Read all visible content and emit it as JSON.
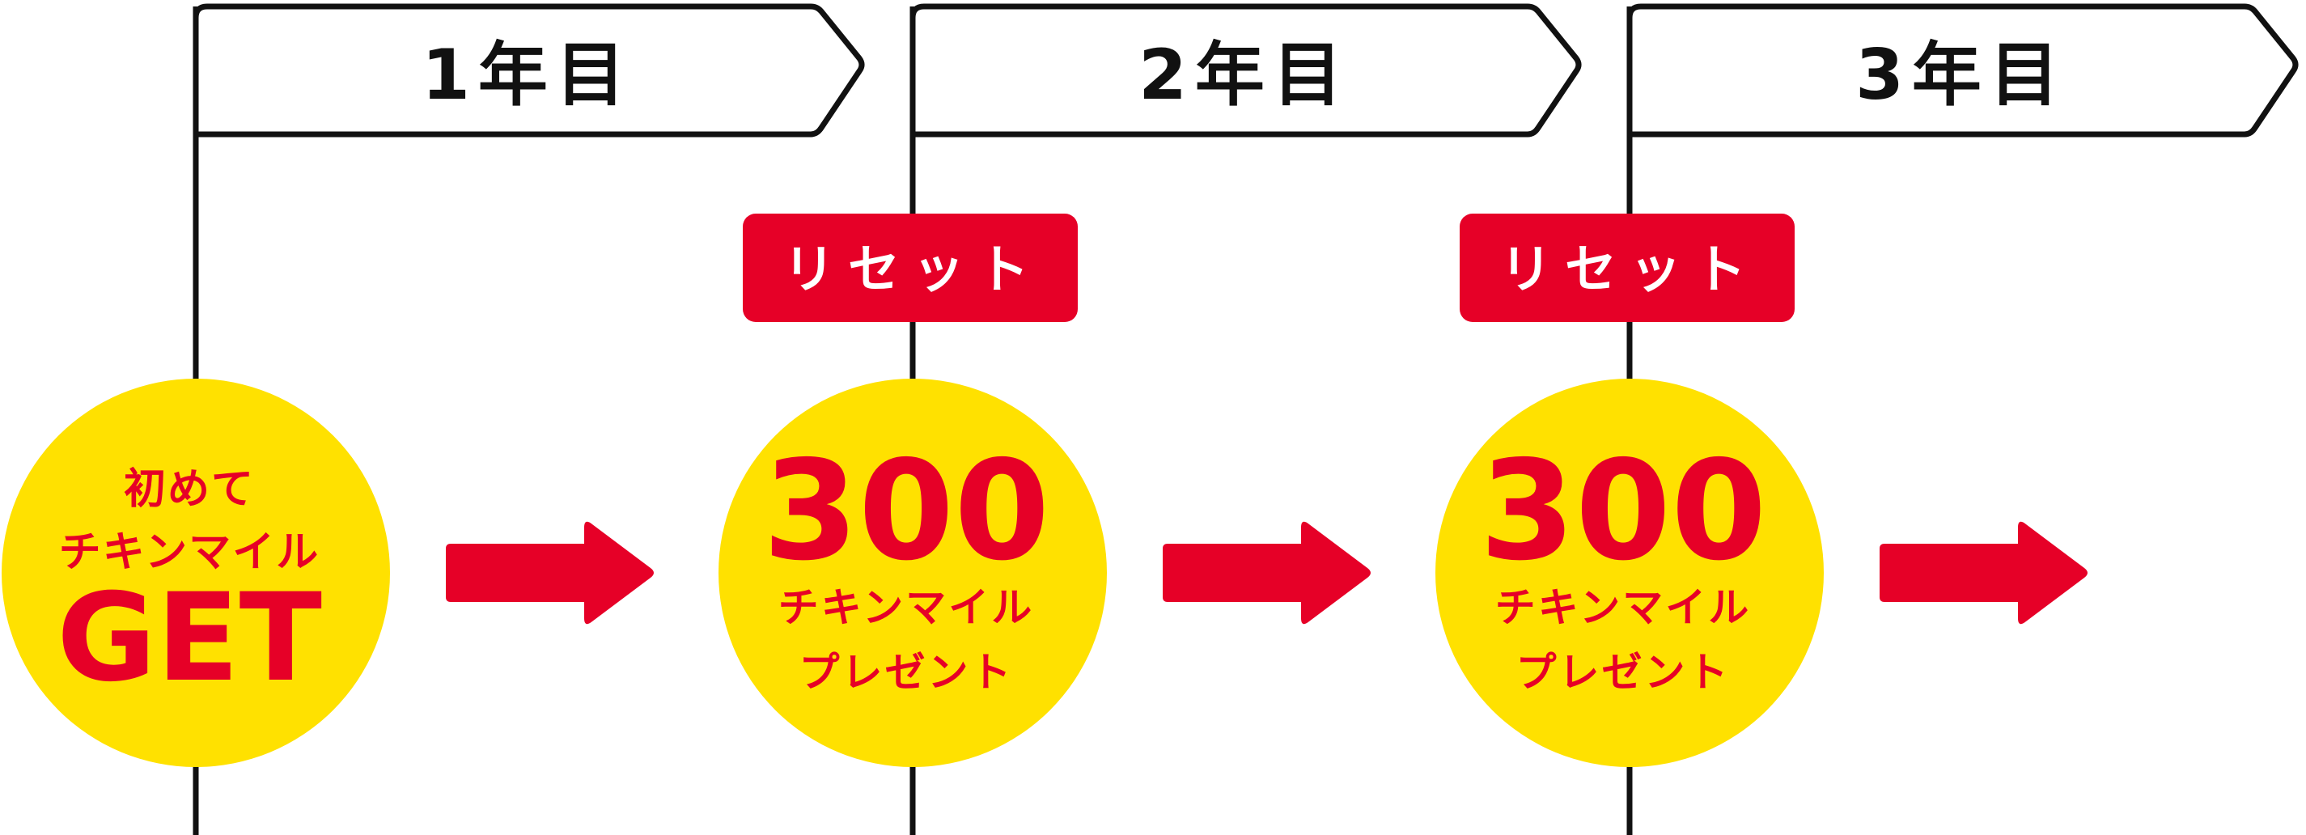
{
  "colors": {
    "line": "#111111",
    "accent_red": "#e60027",
    "circle_yellow": "#ffe100",
    "background": "#ffffff"
  },
  "years": [
    {
      "label": "1年目"
    },
    {
      "label": "2年目"
    },
    {
      "label": "3年目"
    }
  ],
  "reset_badges": [
    {
      "label": "リセット"
    },
    {
      "label": "リセット"
    }
  ],
  "circles": [
    {
      "lines": [
        "初めて",
        "チキンマイル",
        "GET"
      ]
    },
    {
      "lines": [
        "300",
        "チキンマイル",
        "プレゼント"
      ]
    },
    {
      "lines": [
        "300",
        "チキンマイル",
        "プレゼント"
      ]
    }
  ],
  "arrows": [
    {
      "icon": "right-arrow-icon"
    },
    {
      "icon": "right-arrow-icon"
    },
    {
      "icon": "right-arrow-icon"
    }
  ]
}
